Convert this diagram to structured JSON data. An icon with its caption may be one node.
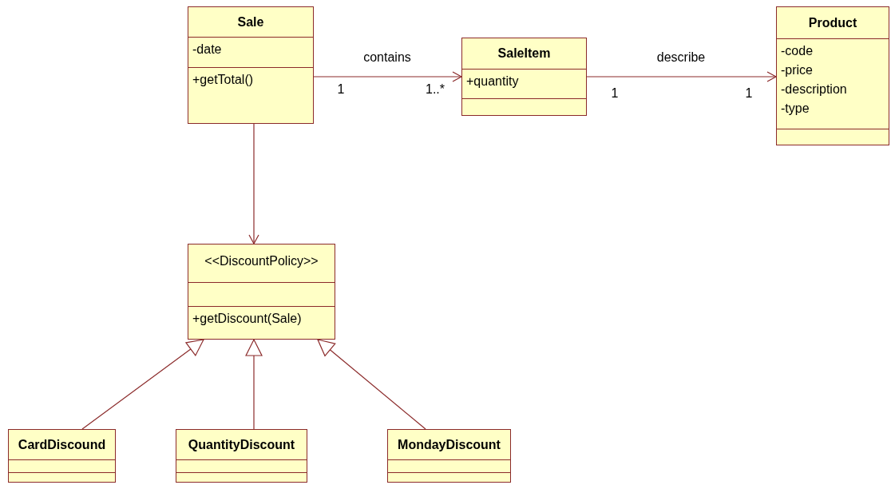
{
  "diagram": {
    "nodes": [
      {
        "text": [
          "Sale",
          "-date",
          "+getTotal()"
        ]
      },
      {
        "text": [
          "SaleItem",
          "+quantity"
        ]
      },
      {
        "text": [
          "Product",
          "-code",
          "-price",
          "-description",
          "-type"
        ]
      },
      {
        "text": [
          "<<DiscountPolicy>>",
          "+getDiscount(Sale)"
        ]
      },
      {
        "text": [
          "CardDiscound"
        ]
      },
      {
        "text": [
          "QuantityDiscount"
        ]
      },
      {
        "text": [
          "MondayDiscount"
        ]
      }
    ],
    "edges": [
      {
        "from": 0,
        "to": 1,
        "arrow": "to",
        "label": "contains"
      },
      {
        "from": 1,
        "to": 2,
        "arrow": "to",
        "label": "describe"
      },
      {
        "from": 0,
        "to": 3,
        "arrow": "to"
      },
      {
        "from": 4,
        "to": 3,
        "arrow": "to"
      },
      {
        "from": 5,
        "to": 3,
        "arrow": "to"
      },
      {
        "from": 6,
        "to": 3,
        "arrow": "to"
      }
    ],
    "labels": [
      "1",
      "1..*",
      "1",
      "1"
    ]
  }
}
